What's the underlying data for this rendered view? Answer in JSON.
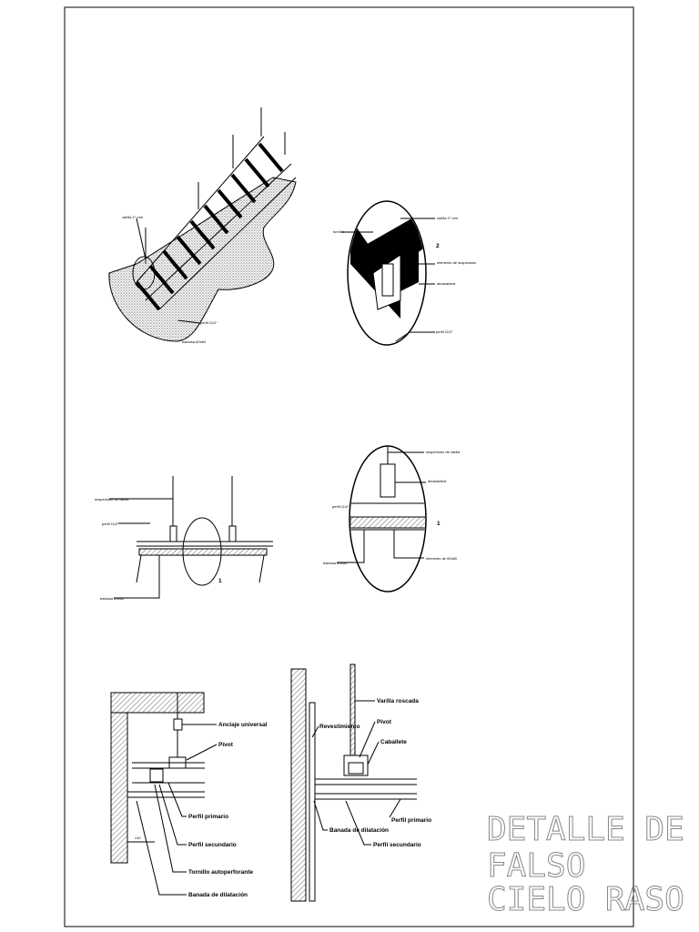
{
  "title": {
    "line1": "DETALLE DE",
    "line2": "FALSO",
    "line3": "CIELO RASO"
  },
  "callouts": {
    "c1": "1",
    "c2": "2"
  },
  "detail_bottom_left": {
    "anclaje": "Anclaje universal",
    "pivot": "Pivot",
    "perfil_primario": "Perfil primario",
    "perfil_secundario": "Perfil secundario",
    "tornillo": "Tornillo autoperforante",
    "banada": "Banada de dilatación"
  },
  "detail_bottom_right": {
    "varilla": "Varilla roscada",
    "revestimiento": "Revestimiento",
    "pivot": "Pivot",
    "caballete": "Caballete",
    "banada": "Banada de dilatación",
    "perfil_secundario": "Perfil secundario",
    "perfil_primario": "Perfil primario"
  },
  "small_labels": {
    "a": "varilla 4\" mm",
    "b": "tornillo",
    "c": "perfil 11/2\"",
    "d": "baldosa 60x60",
    "e": "elemento de suspension",
    "f": "abrazadera",
    "g": "suspension de varilla",
    "h": "elemento de 60x60"
  }
}
